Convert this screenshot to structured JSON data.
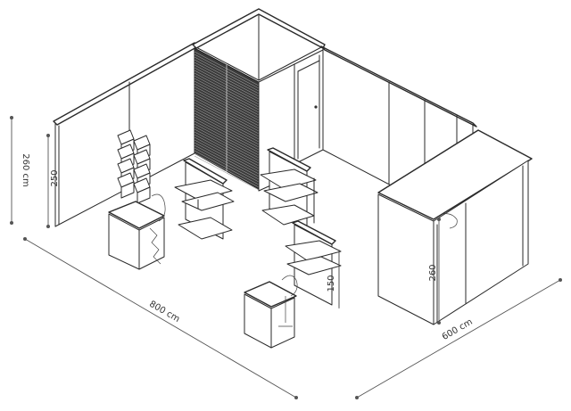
{
  "dimensions": {
    "total_height": "260 cm",
    "wall_height": "250",
    "length": "800 cm",
    "depth": "600 cm",
    "shelf_height": "150",
    "counter_height": "260"
  },
  "colors": {
    "line": "#2a2a2a",
    "slatwall": "#3a3a3a",
    "dimension": "#555555"
  }
}
